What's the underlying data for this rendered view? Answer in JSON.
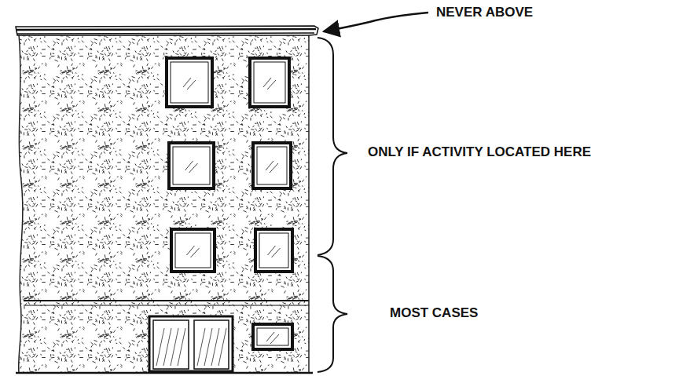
{
  "diagram": {
    "labels": [
      "NEVER ABOVE",
      "ONLY IF ACTIVITY LOCATED HERE",
      "MOST CASES"
    ]
  }
}
